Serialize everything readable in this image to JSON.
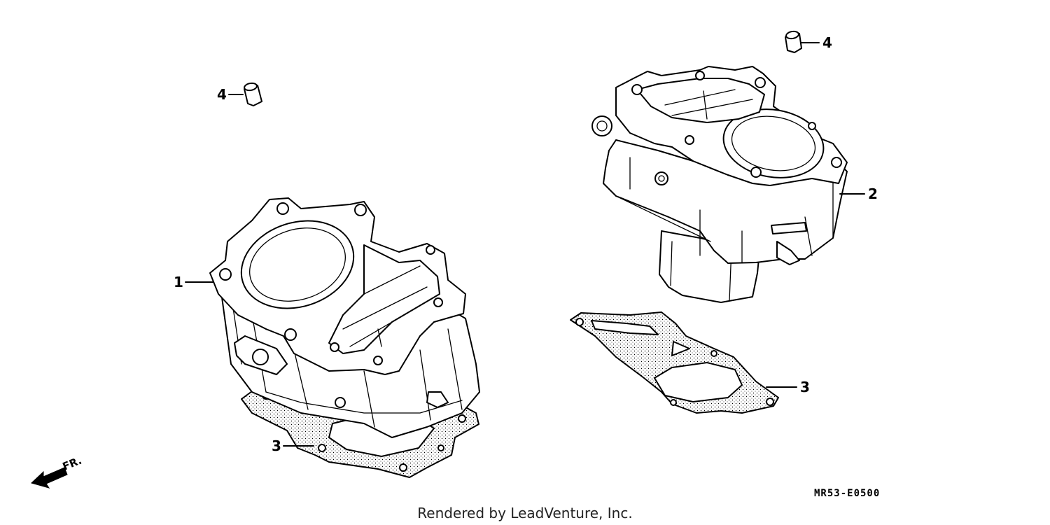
{
  "callouts": [
    {
      "id": "callout-1-left-cylinder",
      "text": "1"
    },
    {
      "id": "callout-2-right-cylinder",
      "text": "2"
    },
    {
      "id": "callout-3-left-gasket",
      "text": "3"
    },
    {
      "id": "callout-3-right-gasket",
      "text": "3"
    },
    {
      "id": "callout-4-left-dowel",
      "text": "4"
    },
    {
      "id": "callout-4-right-dowel",
      "text": "4"
    }
  ],
  "direction_label": "FR.",
  "diagram_code": "MR53-E0500",
  "credit": "Rendered by LeadVenture, Inc."
}
